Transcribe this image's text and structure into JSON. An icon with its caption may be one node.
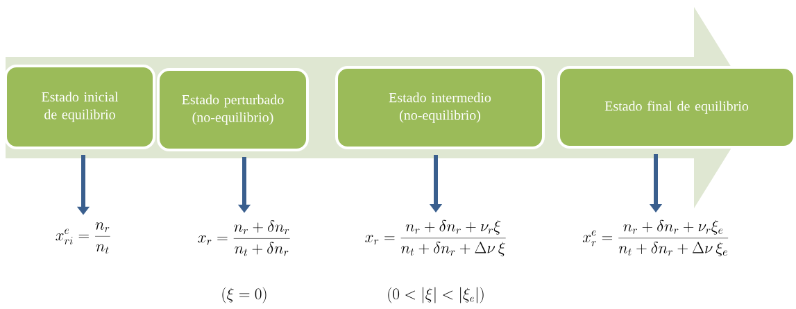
{
  "diagram": {
    "nodes": [
      {
        "text": [
          "Estado inicial de equilibrio"
        ]
      },
      {
        "text": [
          "Estado perturbado (no-equilibrio)"
        ]
      },
      {
        "text": [
          "Estado intermedio (no-equilibrio)"
        ]
      },
      {
        "text": [
          "Estado final de equilibrio"
        ]
      },
      {
        "text": [
          "x_{ri}^{e} = \\frac{n_r}{n_t}"
        ]
      },
      {
        "text": [
          "x_r = \\frac{n_r+\\delta n_r}{n_t+\\delta n_r}"
        ]
      },
      {
        "text": [
          "x_r = \\frac{n_r+\\delta n_r+\\nu_r\\xi}{n_t+\\delta n_r+\\Delta\\nu\\,\\xi}"
        ]
      },
      {
        "text": [
          "x_r^{e} = \\frac{n_r+\\delta n_r+\\nu_r\\xi_e}{n_t+\\delta n_r+\\Delta\\nu\\,\\xi_e}"
        ]
      }
    ],
    "edges": [
      {
        "from": 0,
        "to": 4,
        "arrow": "to"
      },
      {
        "from": 1,
        "to": 5,
        "arrow": "to"
      },
      {
        "from": 2,
        "to": 6,
        "arrow": "to"
      },
      {
        "from": 3,
        "to": 7,
        "arrow": "to"
      }
    ],
    "labels": [
      "(\\xi = 0)",
      "(0 < |\\xi| < |\\xi_e|)"
    ]
  }
}
